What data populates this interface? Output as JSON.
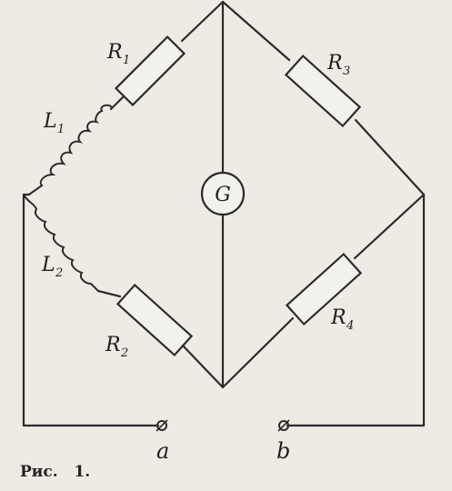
{
  "labels": {
    "r1": {
      "main": "R",
      "sub": "1"
    },
    "r2": {
      "main": "R",
      "sub": "2"
    },
    "r3": {
      "main": "R",
      "sub": "3"
    },
    "r4": {
      "main": "R",
      "sub": "4"
    },
    "l1": {
      "main": "L",
      "sub": "1"
    },
    "l2": {
      "main": "L",
      "sub": "2"
    },
    "galvanometer": "G",
    "terminal_a": "a",
    "terminal_b": "b"
  },
  "caption": "Рис.   1."
}
